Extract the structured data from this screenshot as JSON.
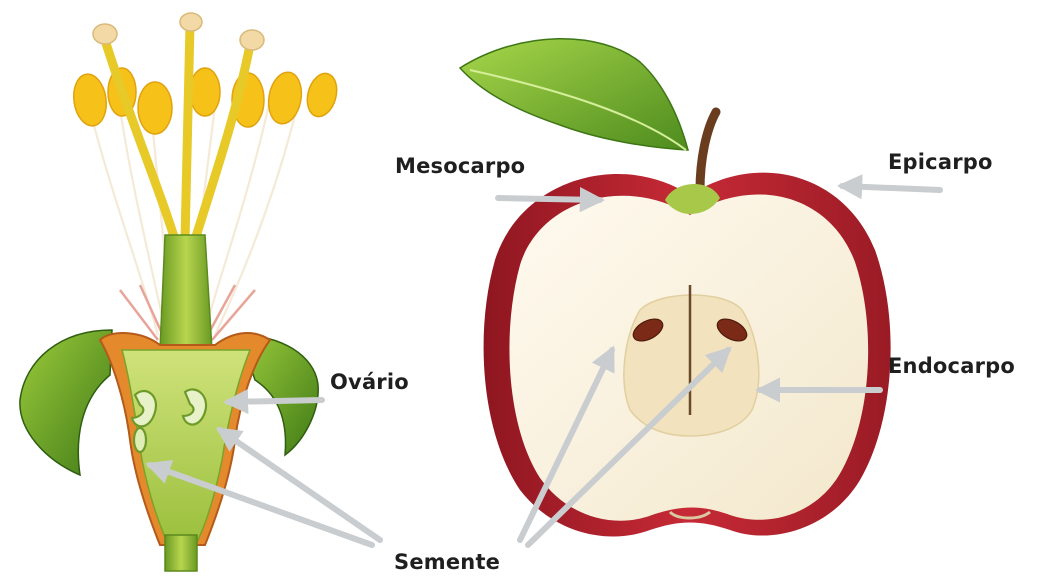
{
  "labels": {
    "mesocarpo": "Mesocarpo",
    "epicarpo": "Epicarpo",
    "ovario": "Ovário",
    "endocarpo": "Endocarpo",
    "semente": "Semente"
  },
  "colors": {
    "arrow": "#c9cdd0",
    "label_text": "#1f1f1f",
    "apple_skin": "#b3222e",
    "apple_flesh": "#fbf3df",
    "leaf": "#6fae2c",
    "stem_green": "#8fbd3a",
    "anther_yellow": "#f6c21a",
    "seed": "#7a2a16"
  },
  "figures": [
    "flower-cross-section",
    "apple-cross-section"
  ]
}
